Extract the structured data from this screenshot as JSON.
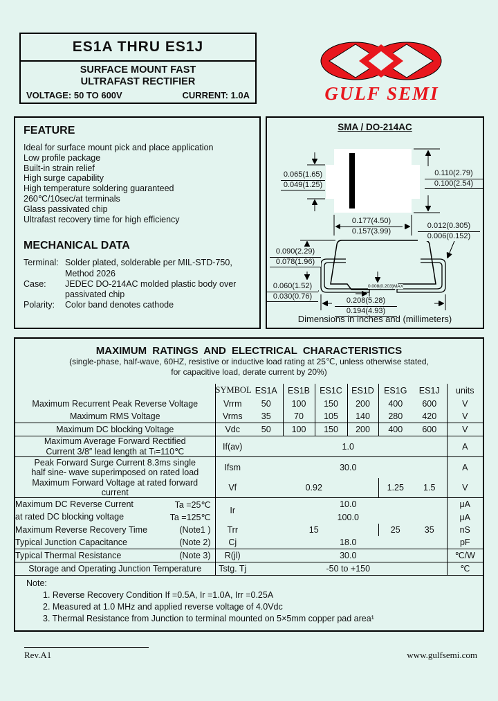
{
  "colors": {
    "accent_red": "#e8171d",
    "page_bg": "#e3f4ef"
  },
  "header": {
    "part_range": "ES1A  THRU  ES1J",
    "subtitle1": "SURFACE  MOUNT  FAST",
    "subtitle2": "ULTRAFAST  RECTIFIER",
    "voltage": "VOLTAGE:  50  TO  600V",
    "current": "CURRENT:  1.0A"
  },
  "logo": {
    "text": "GULF SEMI"
  },
  "feature": {
    "title": "FEATURE",
    "items": [
      "Ideal for surface mount pick and place application",
      "Low profile package",
      "Built-in strain relief",
      "High surge capability",
      "High temperature soldering guaranteed",
      "260℃/10sec/at terminals",
      "Glass passivated chip",
      "Ultrafast recovery time for high efficiency"
    ]
  },
  "mechanical": {
    "title": "MECHANICAL DATA",
    "terminal_label": "Terminal:",
    "terminal_line1": "Solder plated, solderable per MIL-STD-750,",
    "terminal_line2": "Method 2026",
    "case_label": "Case:",
    "case_line1": "JEDEC DO-214AC molded plastic body over",
    "case_line2": "passivated chip",
    "polarity_label": "Polarity:",
    "polarity_line1": "Color band denotes cathode"
  },
  "package": {
    "title": "SMA / DO-214AC",
    "caption": "Dimensions in inches and (millimeters)",
    "dim_tab_h_top": "0.065(1.65)",
    "dim_tab_h_bot": "0.049(1.25)",
    "dim_body_h_top": "0.110(2.79)",
    "dim_body_h_bot": "0.100(2.54)",
    "dim_body_w_top": "0.177(4.50)",
    "dim_body_w_bot": "0.157(3.99)",
    "dim_lead_t_top": "0.012(0.305)",
    "dim_lead_t_bot": "0.006(0.152)",
    "dim_body_t_top": "0.090(2.29)",
    "dim_body_t_bot": "0.078(1.96)",
    "dim_foot_top": "0.060(1.52)",
    "dim_foot_bot": "0.030(0.76)",
    "dim_overall_top": "0.208(5.28)",
    "dim_overall_bot": "0.194(4.93)",
    "dim_standoff": "0.008(0.203)MAX"
  },
  "ratings": {
    "title": "MAXIMUM RATINGS AND ELECTRICAL CHARACTERISTICS",
    "subtitle1": "(single-phase, half-wave, 60HZ, resistive or inductive load rating at 25℃, unless otherwise stated,",
    "subtitle2": "for capacitive load, derate current by 20%)",
    "table": {
      "headers": [
        "SYMBOL",
        "ES1A",
        "ES1B",
        "ES1C",
        "ES1D",
        "ES1G",
        "ES1J",
        "units"
      ],
      "rows": {
        "vrrm": {
          "param": "Maximum Recurrent Peak Reverse Voltage",
          "sym": "Vrrm",
          "v": [
            "50",
            "100",
            "150",
            "200",
            "400",
            "600"
          ],
          "unit": "V"
        },
        "vrms": {
          "param": "Maximum RMS Voltage",
          "sym": "Vrms",
          "v": [
            "35",
            "70",
            "105",
            "140",
            "280",
            "420"
          ],
          "unit": "V"
        },
        "vdc": {
          "param": "Maximum DC blocking Voltage",
          "sym": "Vdc",
          "v": [
            "50",
            "100",
            "150",
            "200",
            "400",
            "600"
          ],
          "unit": "V"
        },
        "ifav": {
          "param1": "Maximum Average Forward Rectified",
          "param2": "Current 3/8″  lead length at Tₗ=110℃",
          "sym": "If(av)",
          "val": "1.0",
          "unit": "A"
        },
        "ifsm": {
          "param1": "Peak Forward Surge Current 8.3ms single",
          "param2": "half sine- wave superimposed on rated load",
          "sym": "Ifsm",
          "val": "30.0",
          "unit": "A"
        },
        "vf": {
          "param1": "Maximum Forward Voltage at rated forward",
          "param2": "current",
          "sym": "Vf",
          "val_low": "0.92",
          "val_g": "1.25",
          "val_j": "1.5",
          "unit": "V"
        },
        "ir": {
          "p1a": "Maximum DC Reverse Current",
          "p1b": "Ta =25℃",
          "p2a": "at rated DC blocking voltage",
          "p2b": "Ta =125℃",
          "sym": "Ir",
          "val1": "10.0",
          "val2": "100.0",
          "unit1": "μA",
          "unit2": "μA"
        },
        "trr": {
          "param": "Maximum Reverse Recovery Time",
          "note": "(Note1 )",
          "sym": "Trr",
          "val_low": "15",
          "val_g": "25",
          "val_j": "35",
          "unit": "nS"
        },
        "cj": {
          "param": "Typical Junction Capacitance",
          "note": "(Note 2)",
          "sym": "Cj",
          "val": "18.0",
          "unit": "pF"
        },
        "rth": {
          "param": "Typical Thermal Resistance",
          "note": "(Note 3)",
          "sym": "R(jl)",
          "val": "30.0",
          "unit": "℃/W"
        },
        "tstg": {
          "param": "Storage and Operating Junction Temperature",
          "sym": "Tstg. Tj",
          "val": "-50 to +150",
          "unit": "℃"
        }
      }
    }
  },
  "note": {
    "title": "Note:",
    "items": [
      "1. Reverse Recovery Condition If =0.5A, Ir =1.0A, Irr =0.25A",
      "2. Measured at 1.0 MHz and applied reverse voltage of 4.0Vdc",
      "3. Thermal Resistance from Junction to terminal mounted on 5×5mm copper pad area¹"
    ]
  },
  "footer": {
    "rev": "Rev.A1",
    "site": "www.gulfsemi.com"
  }
}
